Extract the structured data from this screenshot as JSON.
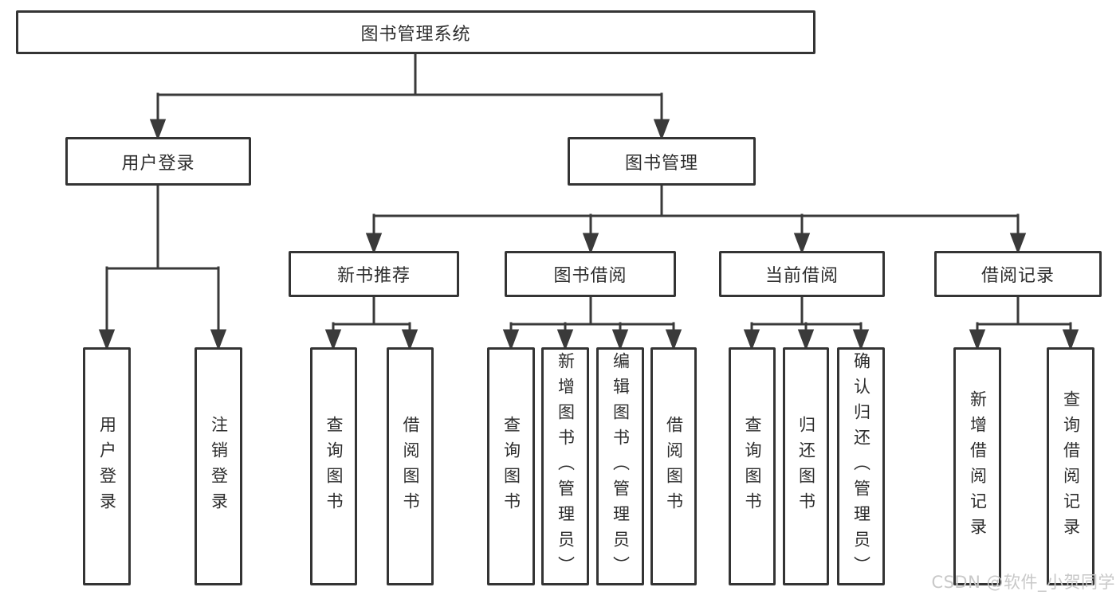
{
  "colors": {
    "line": "#3a3a3a",
    "box_border": "#343434",
    "text": "#2d2d2d",
    "watermark": "#c8c8c8",
    "background": "#ffffff"
  },
  "watermark": {
    "text": "CSDN @软件_小贺同学"
  },
  "tree": {
    "root": {
      "label": "图书管理系统"
    },
    "branches": [
      {
        "label": "用户登录",
        "children": [
          {
            "label": "用户登录"
          },
          {
            "label": "注销登录"
          }
        ]
      },
      {
        "label": "图书管理",
        "children": [
          {
            "label": "新书推荐",
            "children": [
              {
                "label": "查询图书"
              },
              {
                "label": "借阅图书"
              }
            ]
          },
          {
            "label": "图书借阅",
            "children": [
              {
                "label": "查询图书"
              },
              {
                "label": "新增图书（管理员）"
              },
              {
                "label": "编辑图书（管理员）"
              },
              {
                "label": "借阅图书"
              }
            ]
          },
          {
            "label": "当前借阅",
            "children": [
              {
                "label": "查询图书"
              },
              {
                "label": "归还图书"
              },
              {
                "label": "确认归还（管理员）"
              }
            ]
          },
          {
            "label": "借阅记录",
            "children": [
              {
                "label": "新增借阅记录"
              },
              {
                "label": "查询借阅记录"
              }
            ]
          }
        ]
      }
    ]
  }
}
